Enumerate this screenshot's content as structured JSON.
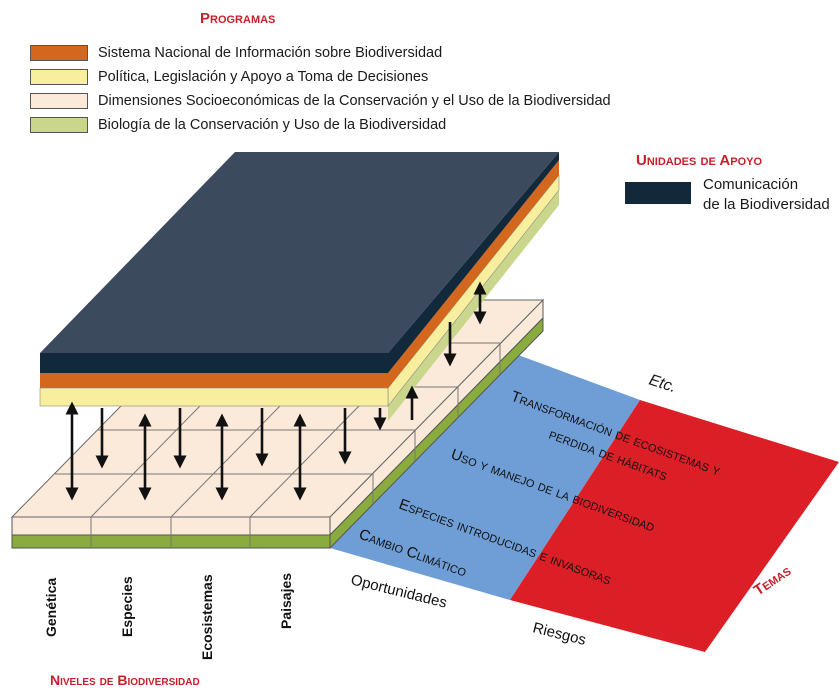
{
  "programas": {
    "title": "Programas",
    "items": [
      {
        "label": "Sistema Nacional de Información sobre Biodiversidad",
        "color": "#d4671e"
      },
      {
        "label": "Política, Legislación y Apoyo a Toma de Decisiones",
        "color": "#f7ef9e"
      },
      {
        "label": "Dimensiones  Socioeconómicas de la Conservación y el Uso de la Biodiversidad",
        "color": "#fbe9d9"
      },
      {
        "label": "Biología de la Conservación y Uso de la Biodiversidad",
        "color": "#c9d68c"
      }
    ]
  },
  "unidades": {
    "title": "Unidades de Apoyo",
    "item": {
      "line1": "Comunicación",
      "line2": "de la Biodiversidad",
      "color": "#12293c"
    }
  },
  "niveles": {
    "title": "Niveles de Biodiversidad",
    "items": [
      "Genética",
      "Especies",
      "Ecosistemas",
      "Paisajes"
    ]
  },
  "temas": {
    "title": "Temas",
    "etc": "Etc.",
    "items": [
      {
        "line1": "Transformación de ecosistemas y",
        "line2": "perdida de hábitats"
      },
      {
        "line1": "Uso y manejo de la biodiversidad"
      },
      {
        "line1": "Especies introducidas e invasoras"
      },
      {
        "line1": "Cambio Climático"
      }
    ],
    "oportunidades": "Oportunidades",
    "riesgos": "Riesgos",
    "blue": "#6f9ed6",
    "red": "#dc1f26"
  },
  "colors": {
    "top_face": "#3b4a5c",
    "dark_layer": "#12293c",
    "orange_layer": "#d4671e",
    "yellow_layer": "#f7ef9e",
    "grid_fill": "#fbe9d9",
    "green_layer": "#8aab3e",
    "accent_red": "#c8202a"
  }
}
